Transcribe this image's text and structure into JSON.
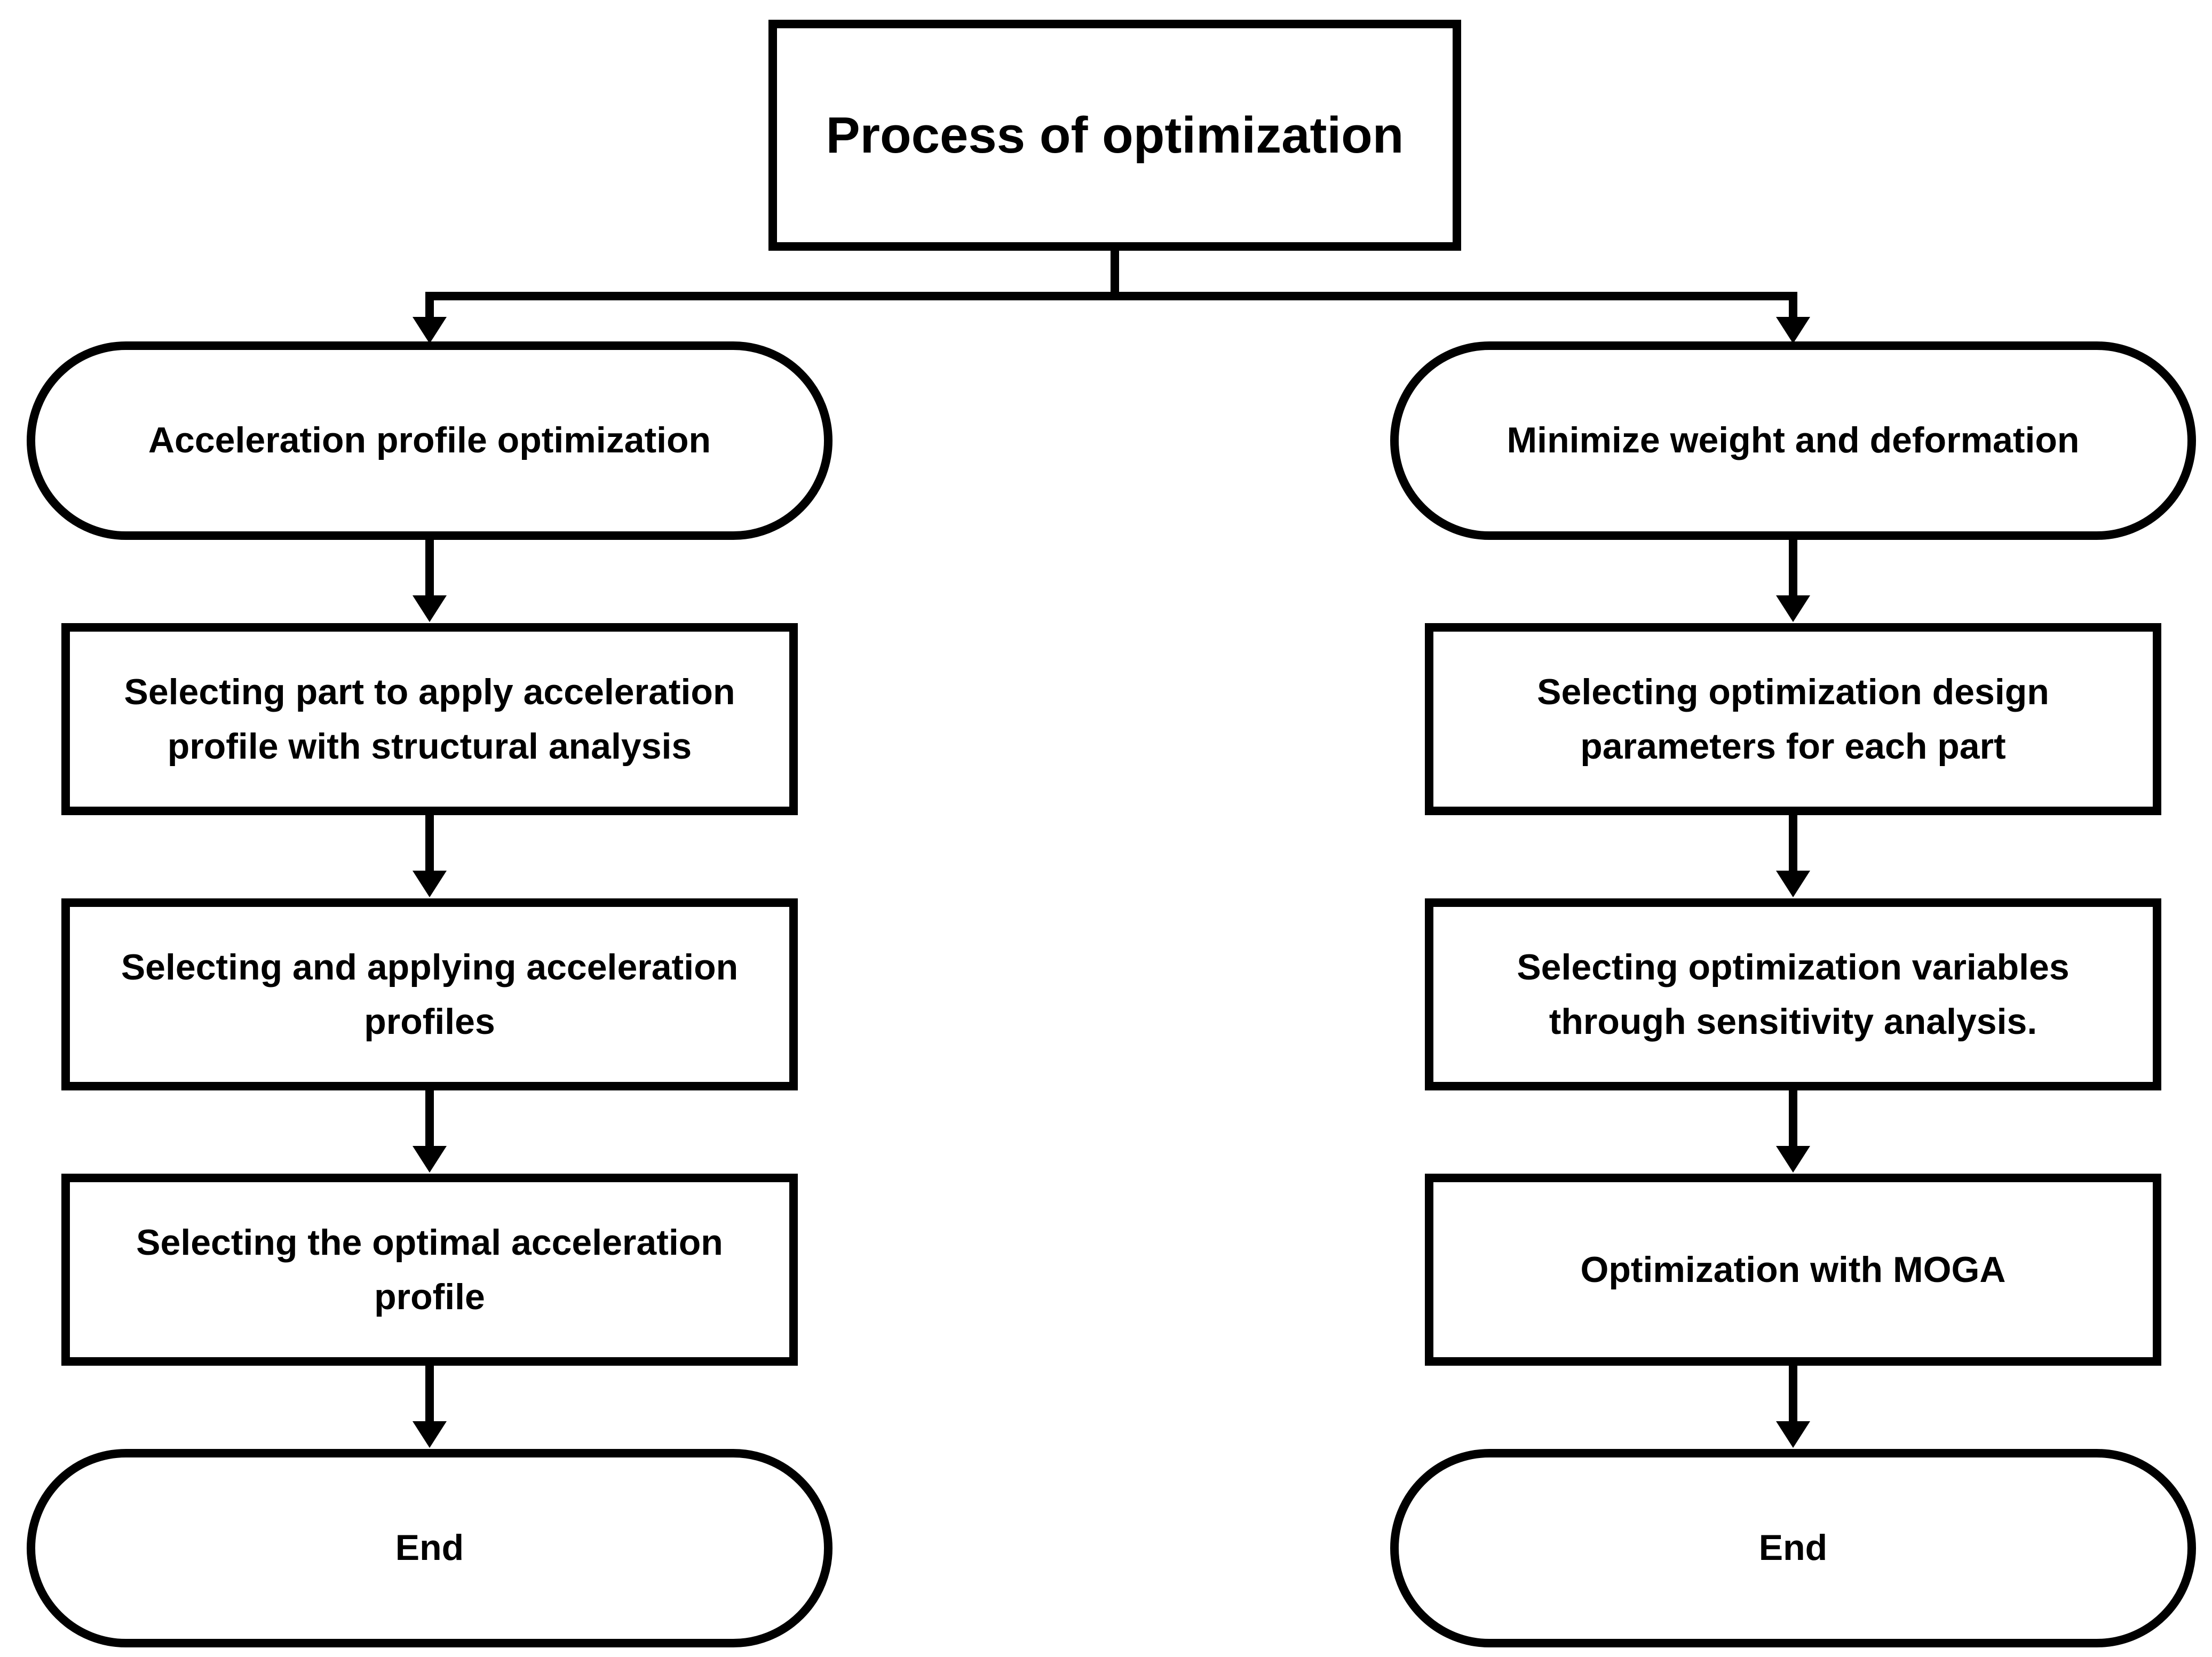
{
  "diagram": {
    "title": "Process of optimization",
    "left_branch": {
      "start": "Acceleration profile optimization",
      "steps": [
        "Selecting part to apply acceleration profile with structural analysis",
        "Selecting and applying acceleration profiles",
        "Selecting the optimal acceleration profile"
      ],
      "end": "End"
    },
    "right_branch": {
      "start": "Minimize weight and deformation",
      "steps": [
        "Selecting optimization design parameters for each part",
        "Selecting optimization variables through sensitivity analysis.",
        "Optimization with MOGA"
      ],
      "end": "End"
    },
    "colors": {
      "stroke": "#000000",
      "node_fill": "#ffffff",
      "page_background": "#ffffff"
    }
  }
}
